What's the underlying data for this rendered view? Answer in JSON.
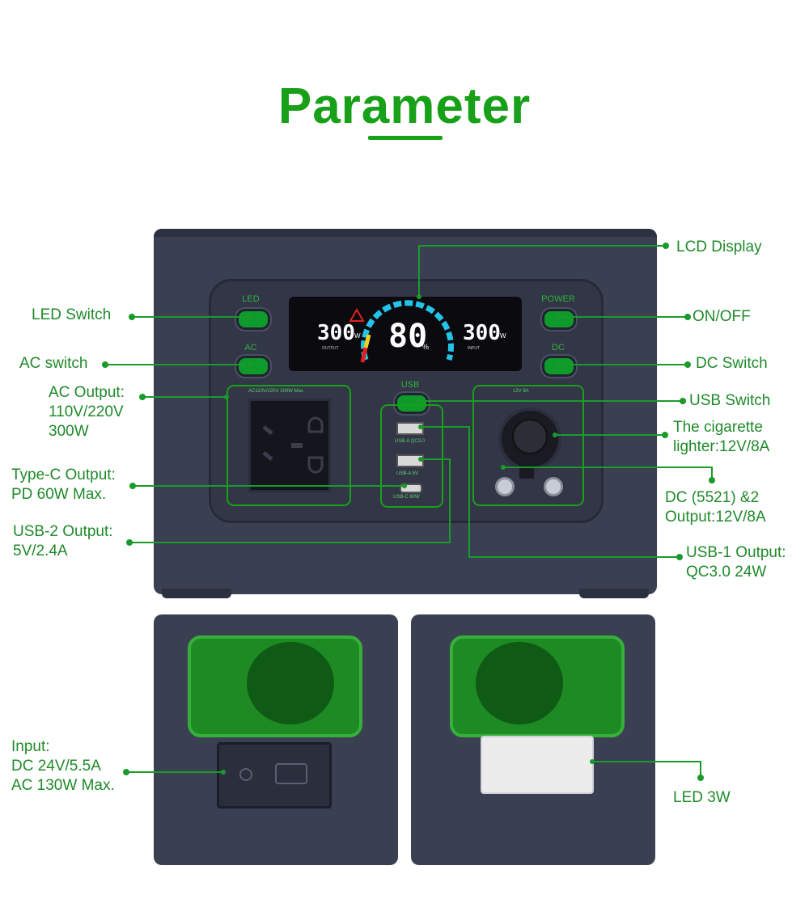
{
  "title": "Parameter",
  "colors": {
    "accent": "#18a018",
    "device": "#3a3f52",
    "lcd": "#0b0b0f"
  },
  "buttons": {
    "led": "LED",
    "ac": "AC",
    "power": "POWER",
    "dc": "DC",
    "usb": "USB"
  },
  "lcd": {
    "output_watts": "300",
    "output_unit": "W",
    "output_label": "OUTPUT",
    "battery_percent": "80",
    "percent_sign": "%",
    "input_watts": "300",
    "input_unit": "W",
    "input_label": "INPUT"
  },
  "panel_text": {
    "ac_rating": "AC110V/220V 300W Max",
    "dc_rating": "12V 8A",
    "usb1": "USB-A QC3.0",
    "usb2": "USB-A 5V",
    "usbc": "USB-C 60W"
  },
  "labels": {
    "lcd_display": [
      "LCD Display"
    ],
    "led_switch": [
      "LED Switch"
    ],
    "on_off": [
      "ON/OFF"
    ],
    "ac_switch": [
      "AC switch"
    ],
    "dc_switch": [
      "DC Switch"
    ],
    "ac_output": [
      "AC Output:",
      "110V/220V",
      "300W"
    ],
    "usb_switch": [
      "USB Switch"
    ],
    "cigarette": [
      "The cigarette",
      "lighter:12V/8A"
    ],
    "typec": [
      "Type-C Output:",
      "PD 60W Max."
    ],
    "dc5521": [
      "DC (5521) &2",
      "Output:12V/8A"
    ],
    "usb2_output": [
      "USB-2 Output:",
      "5V/2.4A"
    ],
    "usb1_output": [
      "USB-1 Output:",
      "QC3.0 24W"
    ],
    "input": [
      "Input:",
      "DC 24V/5.5A",
      "AC 130W Max."
    ],
    "led3w": [
      "LED 3W"
    ]
  }
}
